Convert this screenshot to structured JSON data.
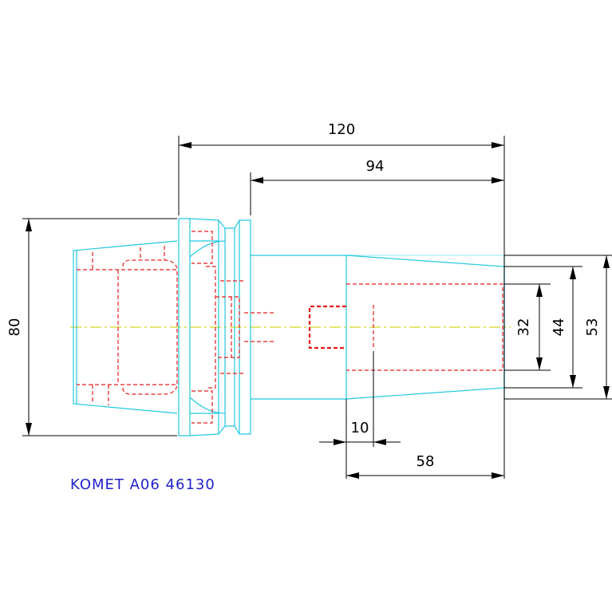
{
  "title": "KOMET A06 46130",
  "dimensions": {
    "overall_length": "120",
    "shank_length": "94",
    "flange_diameter": "80",
    "bore_diameter": "32",
    "inner_diameter": "44",
    "outer_diameter": "53",
    "bore_depth_offset": "10",
    "bore_length": "58"
  },
  "colors": {
    "outline": "#22c8e0",
    "hidden": "#e81c1c",
    "centerline": "#d8d820",
    "dimension": "#000000",
    "caption": "#2222cc"
  }
}
